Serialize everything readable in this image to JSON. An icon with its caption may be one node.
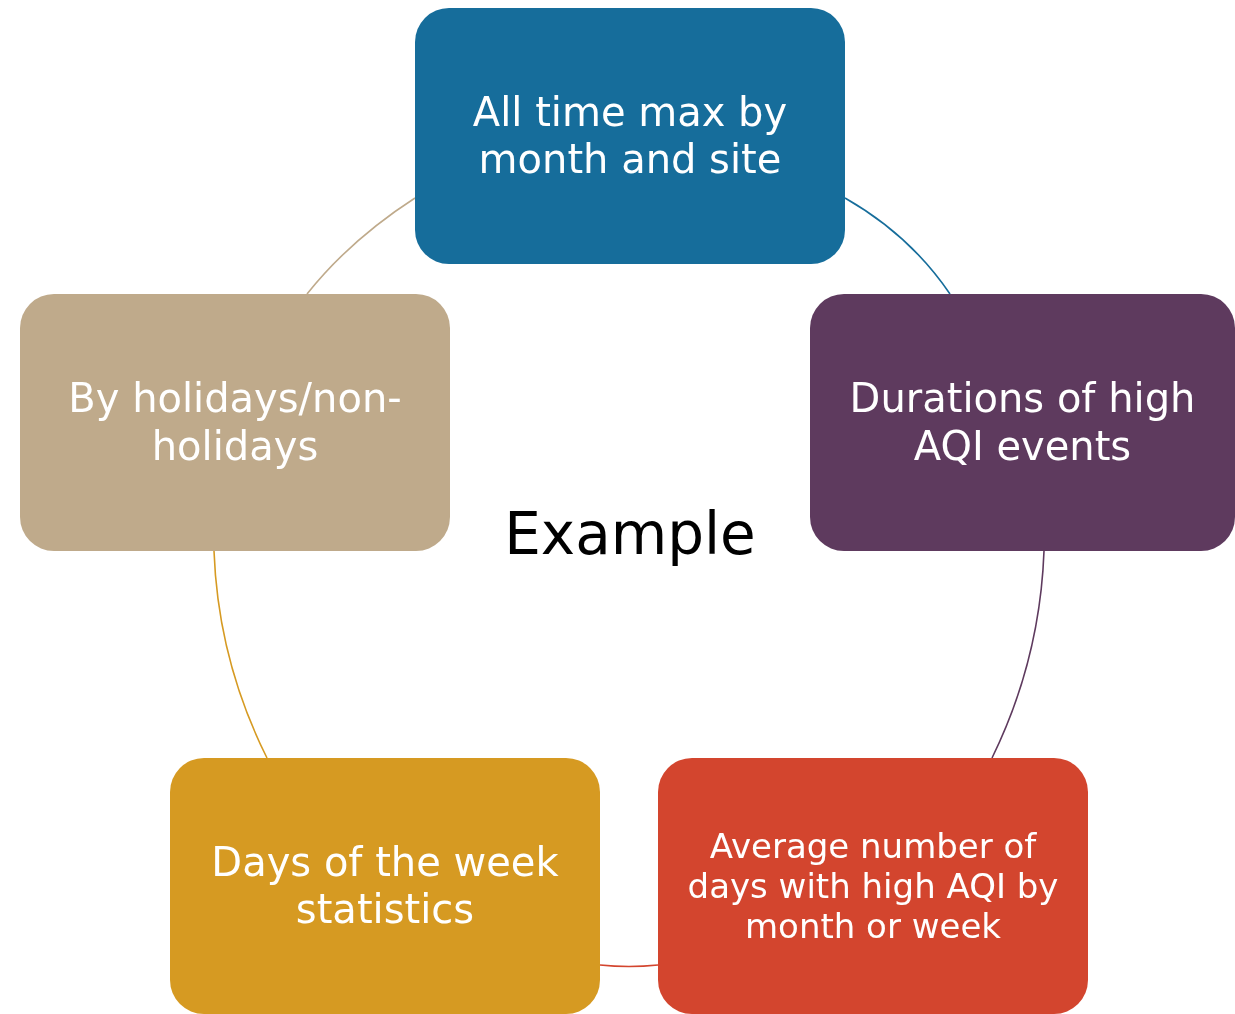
{
  "diagram": {
    "nodes": [
      {
        "text": [
          "All time max by month and site"
        ]
      },
      {
        "text": [
          "Durations of high AQI events"
        ]
      },
      {
        "text": [
          "Average number of days with high AQI by month or week"
        ]
      },
      {
        "text": [
          "Days of the week statistics"
        ]
      },
      {
        "text": [
          "By holidays/non-holidays"
        ]
      }
    ],
    "edges": [
      {
        "from": 0,
        "to": 1,
        "arrow": "none",
        "color": "#166d9b"
      },
      {
        "from": 1,
        "to": 2,
        "arrow": "none",
        "color": "#5e3a5e"
      },
      {
        "from": 2,
        "to": 3,
        "arrow": "none",
        "color": "#d3452e"
      },
      {
        "from": 3,
        "to": 4,
        "arrow": "none",
        "color": "#d69a22"
      },
      {
        "from": 4,
        "to": 0,
        "arrow": "none",
        "color": "#bfaa8b"
      }
    ],
    "labels": [
      "Example"
    ]
  }
}
